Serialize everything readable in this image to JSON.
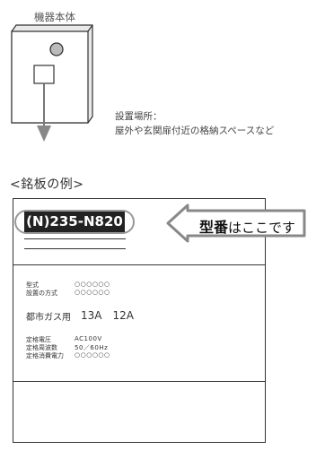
{
  "title": "機器本体",
  "location_label": "設置場所：",
  "location_text": "屋外や玄関扉付近の格納スペースなど",
  "example_label": "<銘板の例>",
  "model_number": "(N)235-N820",
  "callout": {
    "emphasis": "型番",
    "rest": "はここです"
  },
  "specs": {
    "type_label": "型式",
    "type_value": "○○○○○○",
    "install_label": "設置の方式",
    "install_value": "○○○○○○",
    "gas_label": "都市ガス用",
    "gas_value": "13A　12A",
    "voltage_label": "定格電圧",
    "voltage_value": "AC100V",
    "freq_label": "定格周波数",
    "freq_value": "50／60Hz",
    "power_label": "定格消費電力",
    "power_value": "○○○○○○"
  },
  "colors": {
    "callout_fill": "#ffffff",
    "callout_stroke": "#888888",
    "model_bg": "#222222",
    "pill": "#999999"
  }
}
